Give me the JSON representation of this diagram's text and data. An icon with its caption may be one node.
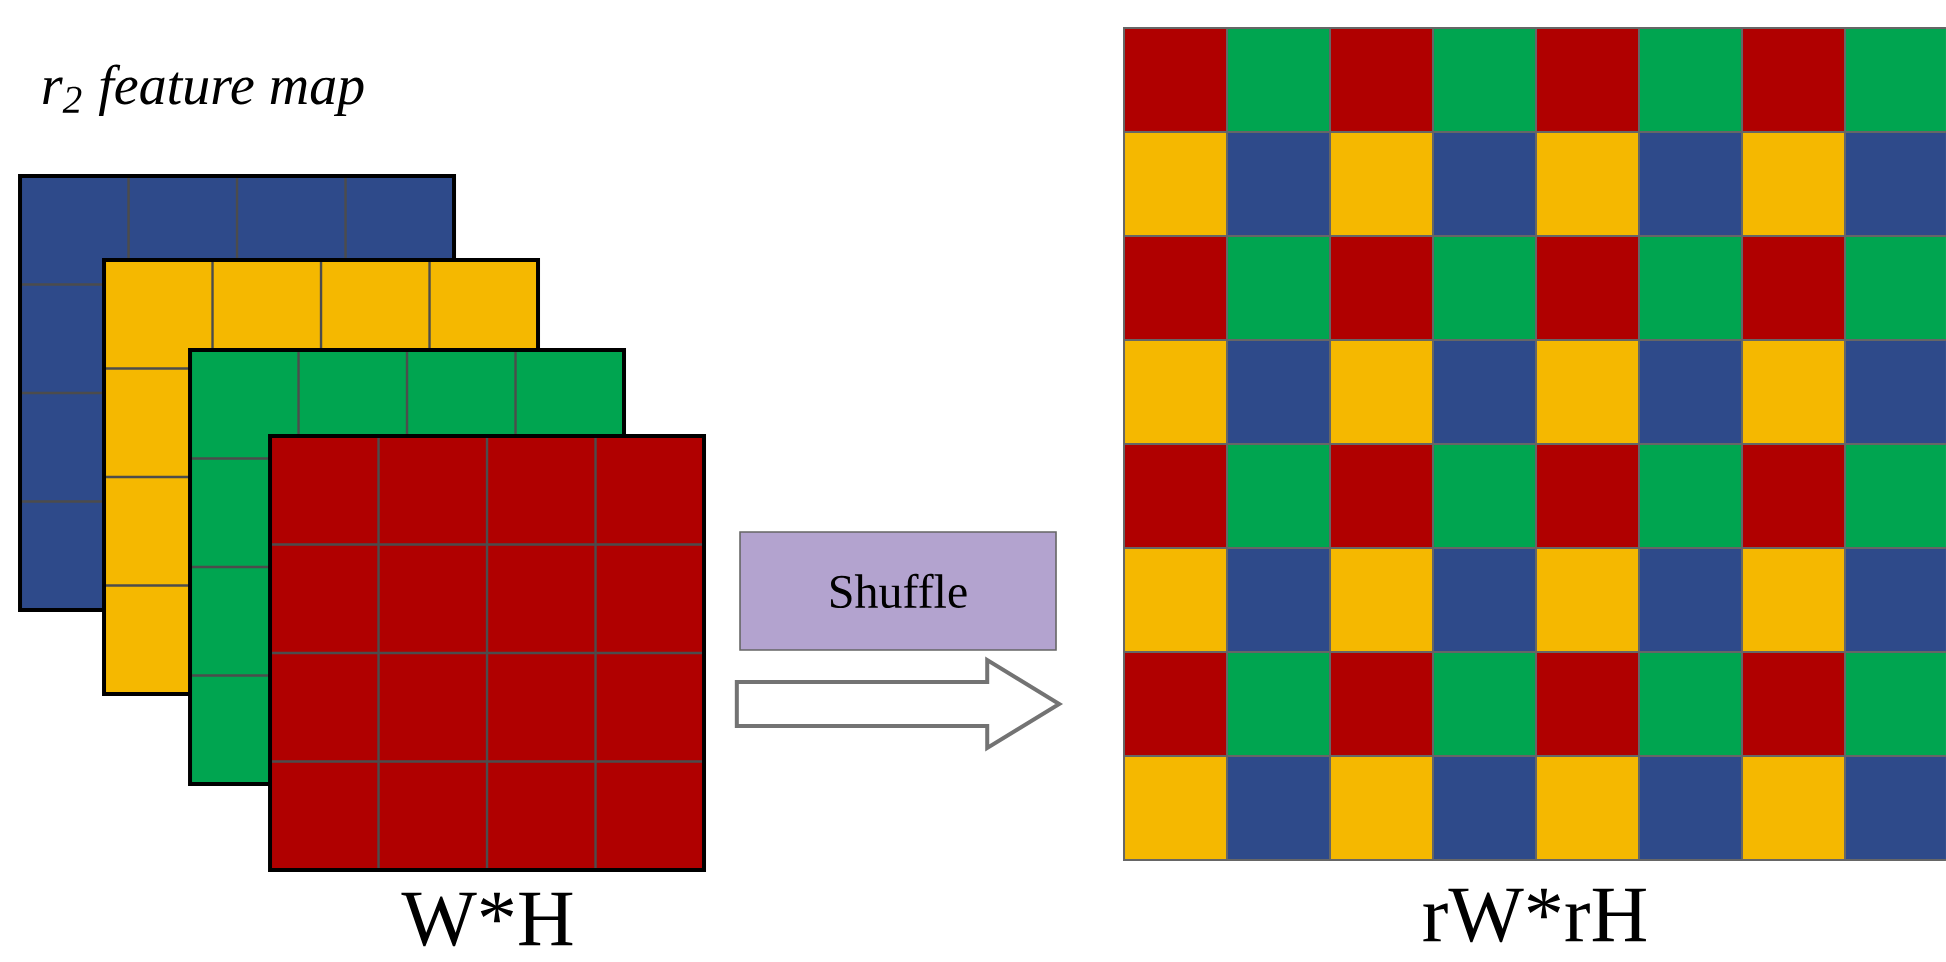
{
  "diagram": {
    "title": "r$_{2}$ feature map",
    "nodes": [
      {
        "text": [],
        "shape": "picture",
        "beside": [
          "W*H"
        ]
      },
      {
        "text": [
          "Shuffle"
        ]
      },
      {
        "text": [],
        "shape": "picture",
        "beside": [
          "rW*rH"
        ]
      }
    ],
    "edges": [
      {
        "from": 0,
        "to": 2,
        "arrow": "to"
      }
    ]
  }
}
